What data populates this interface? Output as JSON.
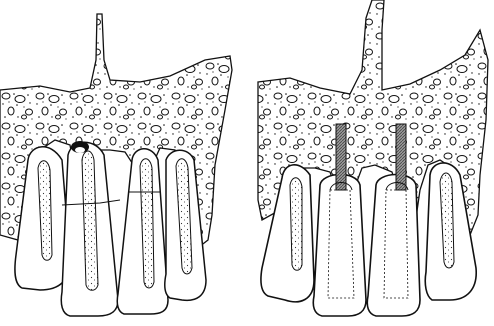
{
  "figure": {
    "panels": [
      {
        "id": "left",
        "teeth": 4,
        "posts": 0
      },
      {
        "id": "right",
        "teeth": 4,
        "posts": 2
      }
    ],
    "colors": {
      "ink": "#111111",
      "paper": "#ffffff",
      "post": "#8a8a8a",
      "pulp_dots": "#333333"
    }
  }
}
